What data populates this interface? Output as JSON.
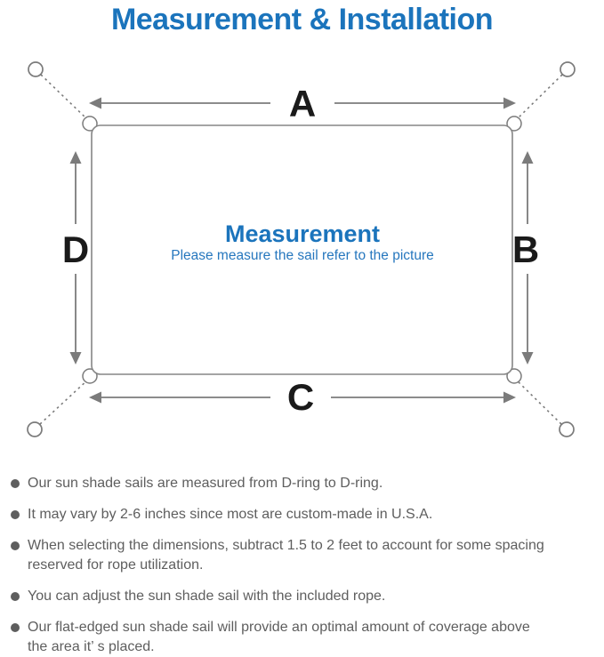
{
  "title": "Measurement & Installation",
  "diagram": {
    "center_title": "Measurement",
    "center_subtitle": "Please measure the sail refer to the picture",
    "dimension_labels": {
      "top": "A",
      "right": "B",
      "bottom": "C",
      "left": "D"
    }
  },
  "icons": {
    "bullet": "filled-circle",
    "anchor_ring": "outlined-circle",
    "d_ring": "outlined-circle-corner-bump",
    "dimension_arrow": "double-headed-arrow",
    "rope": "dashed-line"
  },
  "colors": {
    "accent_blue": "#1B74BC",
    "subtitle_blue": "#2677BE",
    "diagram_line_gray": "#7B7B7B",
    "dimension_label_black": "#1A1A1A",
    "note_text_gray": "#5E5E5E",
    "background": "#FFFFFF"
  },
  "notes": [
    "Our sun shade sails are measured from D-ring to D-ring.",
    "It may vary by 2-6 inches since most are custom-made in U.S.A.",
    "When selecting the dimensions, subtract 1.5 to 2 feet to account for some spacing\nreserved for rope utilization.",
    "You can adjust the sun shade sail with the included rope.",
    "Our flat-edged sun shade sail will provide an optimal amount of coverage above\nthe area it’ s placed."
  ]
}
